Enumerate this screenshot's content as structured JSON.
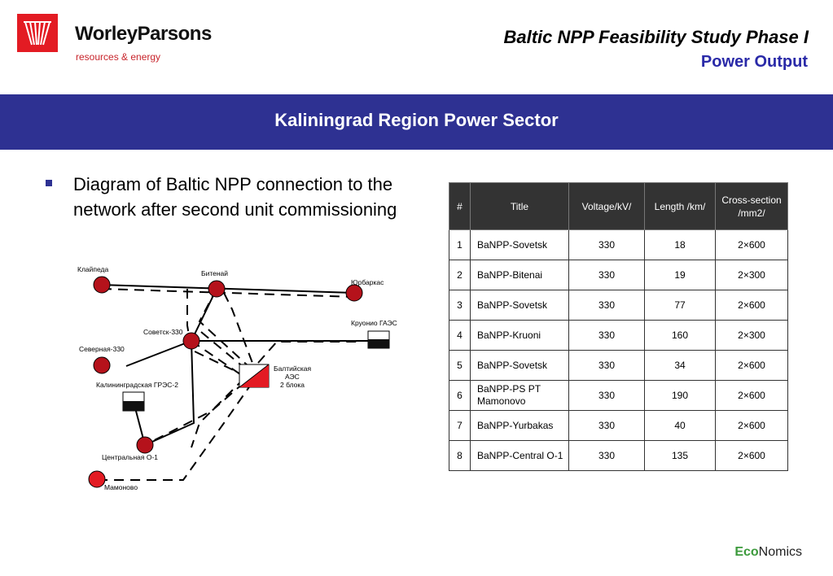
{
  "header": {
    "brand": "WorleyParsons",
    "tagline": "resources & energy",
    "title_line1": "Baltic NPP Feasibility Study Phase I",
    "title_line2": "Power Output"
  },
  "banner": {
    "title": "Kaliningrad Region Power Sector"
  },
  "bullet": {
    "text": "Diagram of Baltic NPP connection to the network after second unit commissioning"
  },
  "diagram": {
    "labels": {
      "klaipeda": "Клайпеда",
      "bitenai": "Битенай",
      "yurbarkas": "Юрбаркас",
      "kruonio": "Круонио ГАЭС",
      "sovetsk": "Советск-330",
      "severnaya": "Северная-330",
      "baltic_l1": "Балтийская",
      "baltic_l2": "АЭС",
      "baltic_l3": "2 блока",
      "kaliningrad_gres": "Калининградская ГРЭС-2",
      "central": "Центральная  О-1",
      "mamonovo": "Мамоново"
    },
    "colors": {
      "node": "#b5121b",
      "line": "#000000"
    }
  },
  "table": {
    "headers": [
      "#",
      "Title",
      "Voltage/kV/",
      "Length /km/",
      "Cross-section /mm2/"
    ],
    "rows": [
      [
        "1",
        "BaNPP-Sovetsk",
        "330",
        "18",
        "2×600"
      ],
      [
        "2",
        "BaNPP-Bitenai",
        "330",
        "19",
        "2×300"
      ],
      [
        "3",
        "BaNPP-Sovetsk",
        "330",
        "77",
        "2×600"
      ],
      [
        "4",
        "BaNPP-Kruoni",
        "330",
        "160",
        "2×300"
      ],
      [
        "5",
        "BaNPP-Sovetsk",
        "330",
        "34",
        "2×600"
      ],
      [
        "6",
        "BaNPP-PS PT Mamonovo",
        "330",
        "190",
        "2×600"
      ],
      [
        "7",
        "BaNPP-Yurbakas",
        "330",
        "40",
        "2×600"
      ],
      [
        "8",
        "BaNPP-Central O-1",
        "330",
        "135",
        "2×600"
      ]
    ]
  },
  "footer": {
    "eco_part1": "Eco",
    "eco_part2": "Nomics"
  },
  "colors": {
    "brand_red": "#e31b23",
    "banner_blue": "#2e3192",
    "title_blue": "#2a2aa8"
  }
}
